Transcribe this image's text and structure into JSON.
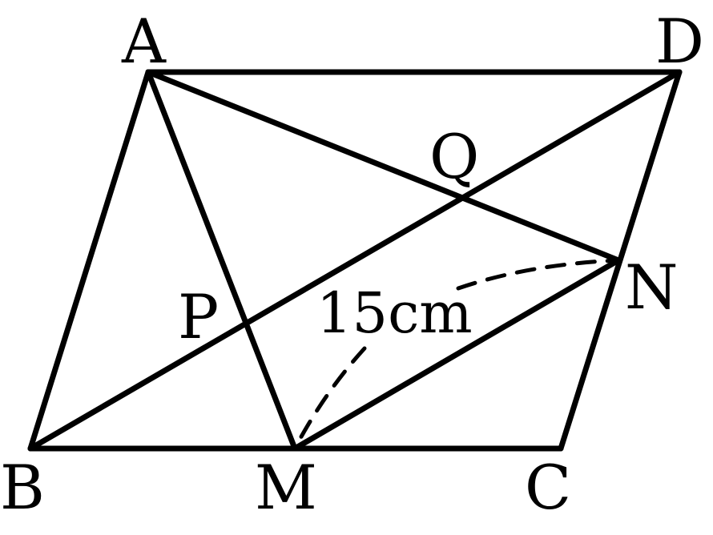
{
  "points": {
    "A": "A",
    "B": "B",
    "C": "C",
    "D": "D",
    "M": "M",
    "N": "N",
    "P": "P",
    "Q": "Q"
  },
  "segments": [
    "AD",
    "AB",
    "BC",
    "CD",
    "AM",
    "AN",
    "BD",
    "MN"
  ],
  "dashed_segments": [
    "MN"
  ],
  "length_label": "15cm"
}
